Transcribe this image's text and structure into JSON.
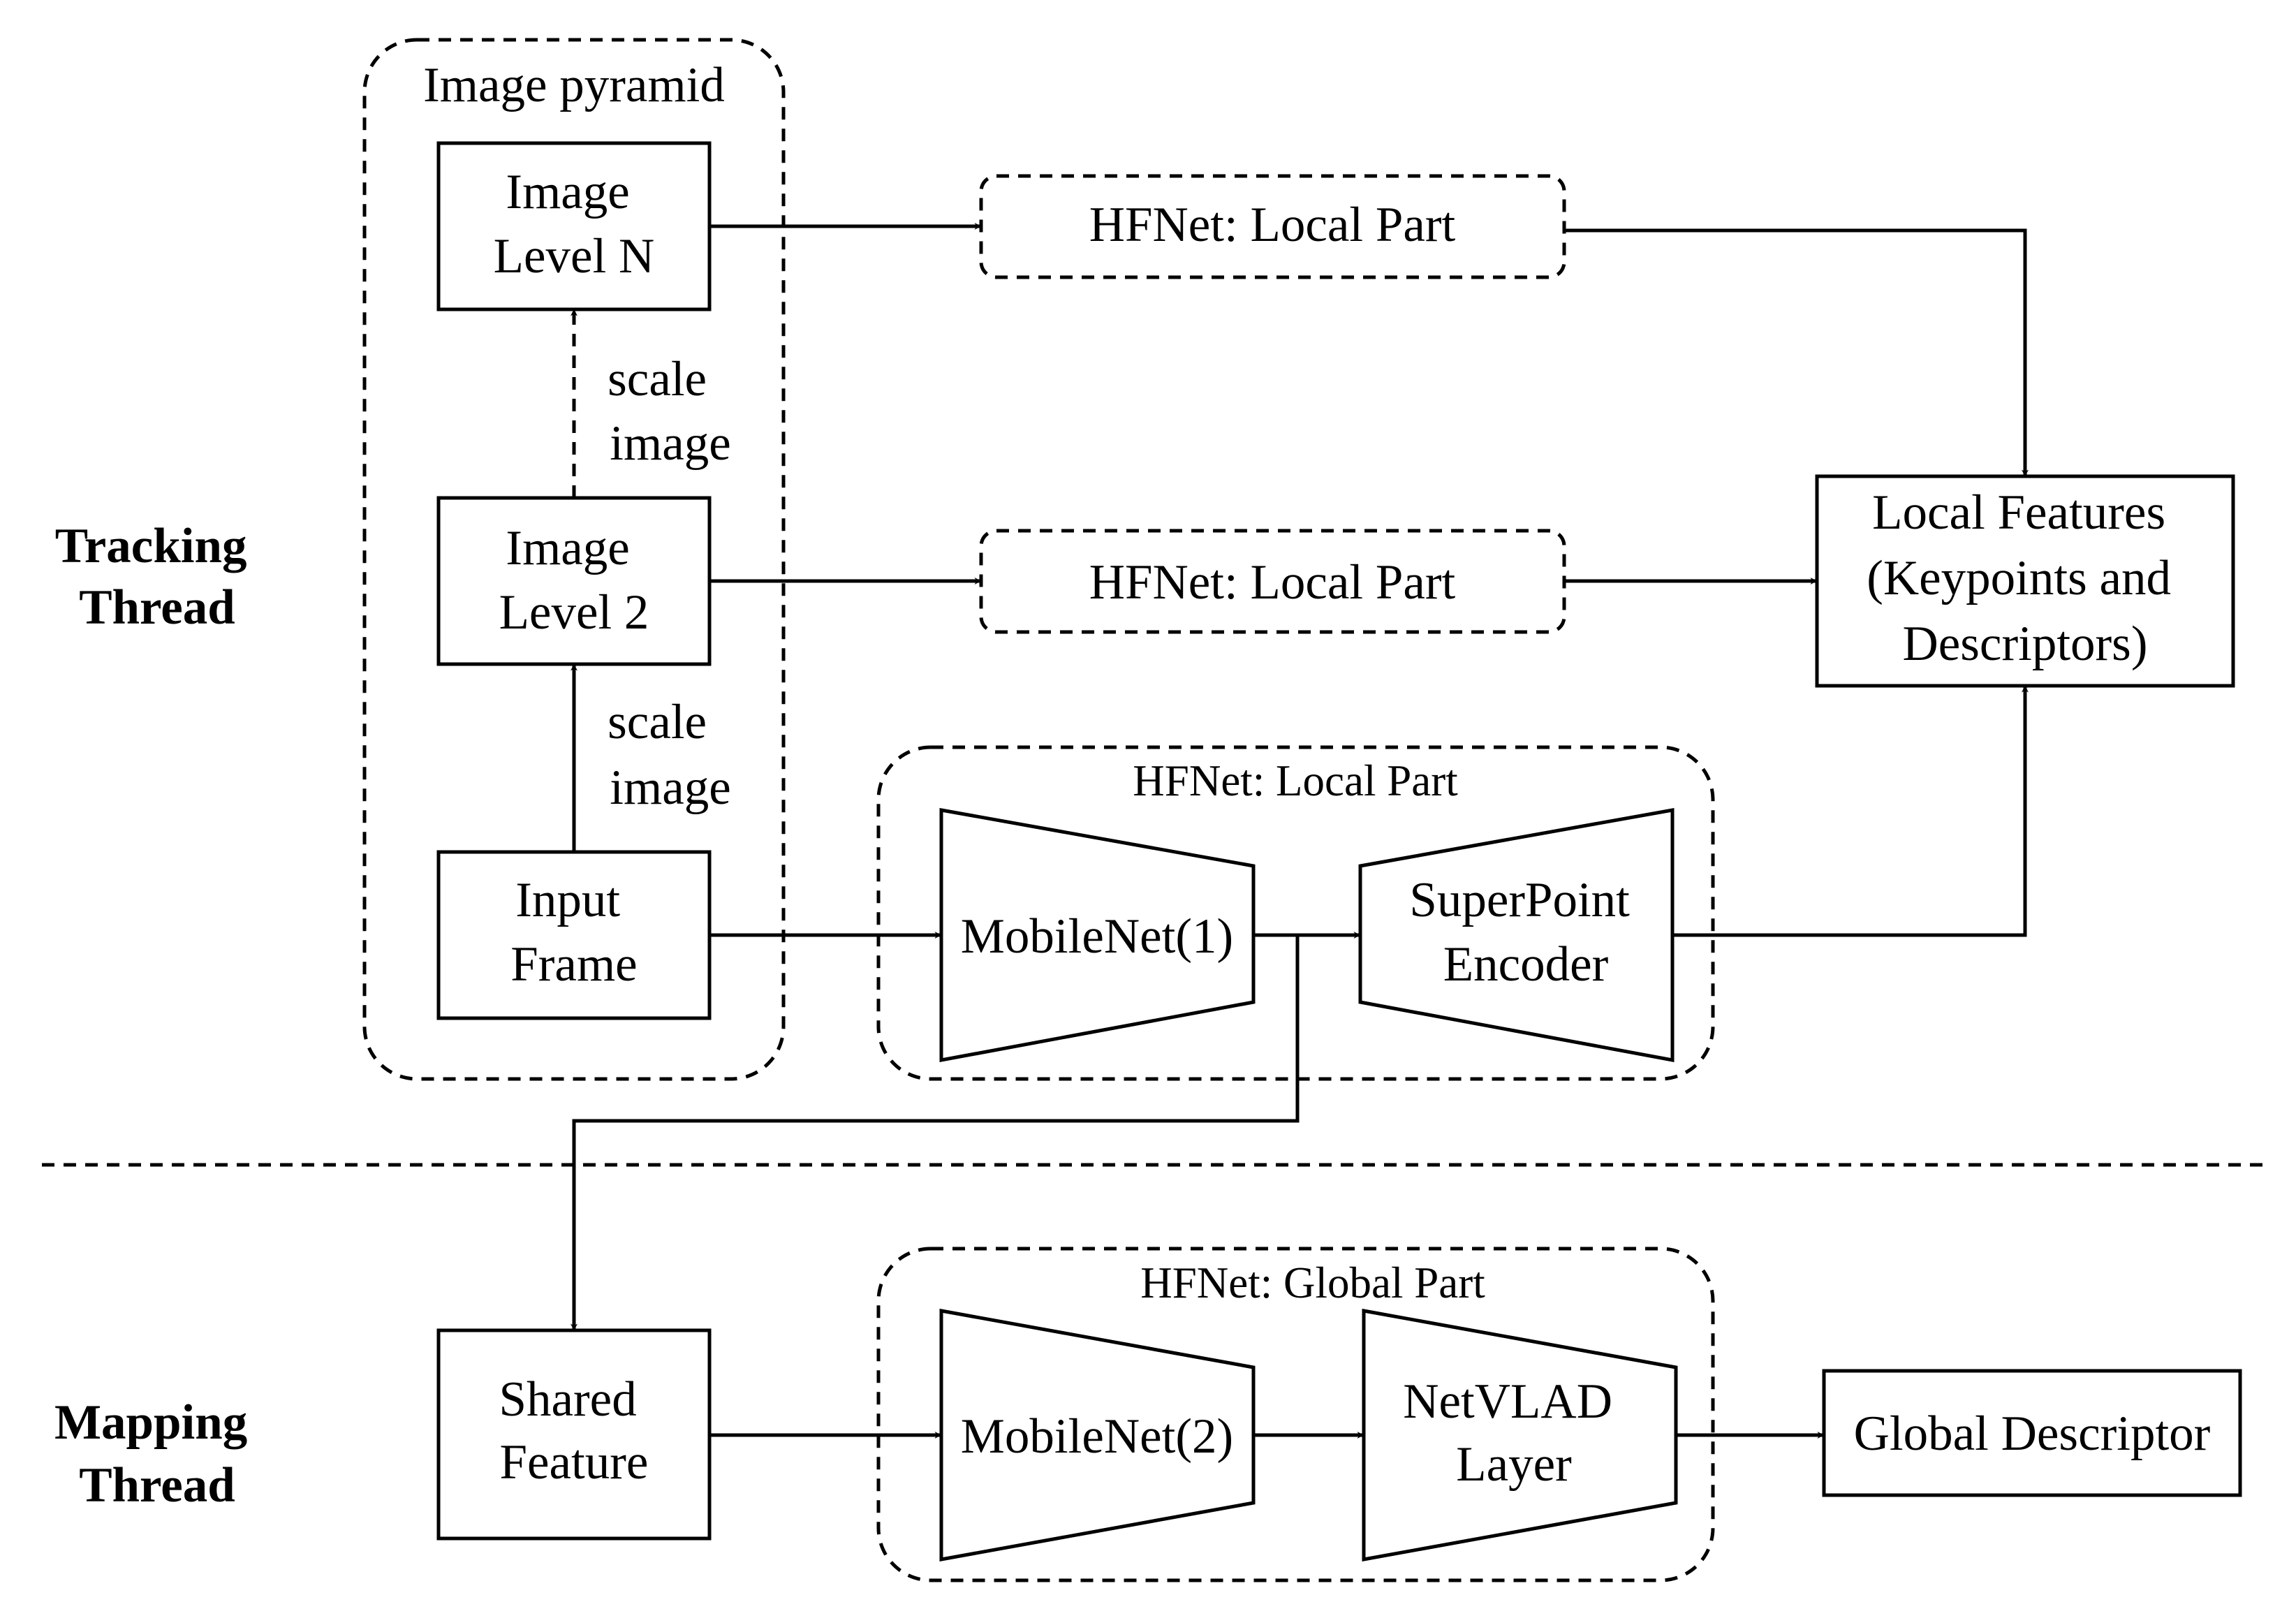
{
  "threads": {
    "tracking": [
      "Tracking",
      "Thread"
    ],
    "mapping": [
      "Mapping",
      "Thread"
    ]
  },
  "pyramid": {
    "title": "Image pyramid",
    "level_n": [
      "Image",
      "Level N"
    ],
    "level_2": [
      "Image",
      "Level 2"
    ],
    "input_frame": [
      "Input",
      "Frame"
    ],
    "scale_label": [
      "scale",
      "image"
    ]
  },
  "hfnet_local": {
    "top": "HFNet: Local Part",
    "middle": "HFNet: Local Part",
    "group_title": "HFNet: Local Part",
    "mobilenet": "MobileNet(1)",
    "superpoint": [
      "SuperPoint",
      "Encoder"
    ]
  },
  "local_features": [
    "Local Features",
    "(Keypoints and",
    "Descriptors)"
  ],
  "shared_feature": [
    "Shared",
    "Feature"
  ],
  "hfnet_global": {
    "group_title": "HFNet: Global Part",
    "mobilenet": "MobileNet(2)",
    "netvlad": [
      "NetVLAD",
      "Layer"
    ]
  },
  "global_descriptor": "Global Descriptor"
}
